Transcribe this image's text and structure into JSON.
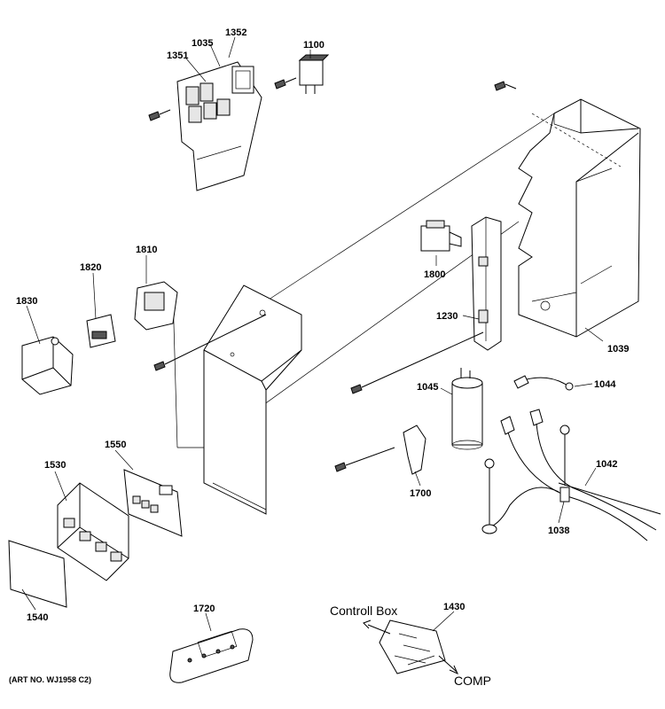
{
  "labels": {
    "p1035": "1035",
    "p1352": "1352",
    "p1351": "1351",
    "p1100": "1100",
    "p1810": "1810",
    "p1820": "1820",
    "p1830": "1830",
    "p1800": "1800",
    "p1230": "1230",
    "p1039": "1039",
    "p1045": "1045",
    "p1044": "1044",
    "p1042": "1042",
    "p1038": "1038",
    "p1700": "1700",
    "p1550": "1550",
    "p1530": "1530",
    "p1540": "1540",
    "p1720": "1720",
    "p1430": "1430",
    "controll_box": "Controll Box",
    "comp": "COMP",
    "art_no": "(ART NO. WJ1958 C2)"
  }
}
